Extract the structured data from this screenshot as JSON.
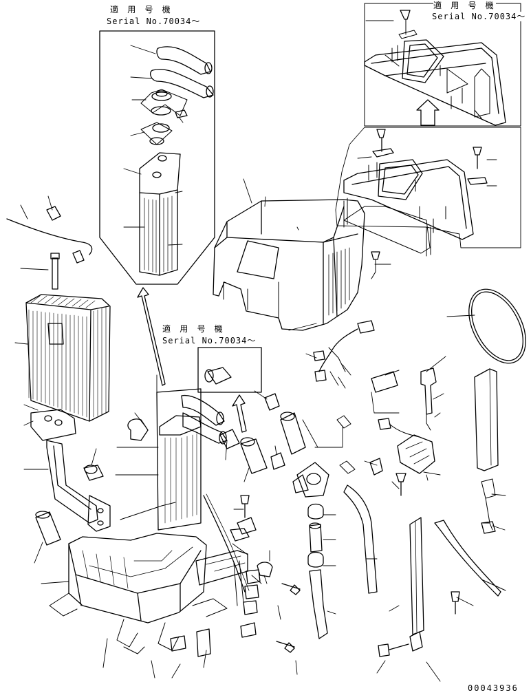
{
  "callouts": [
    {
      "heading": "適 用 号 機",
      "serial": "Serial No.70034〜"
    },
    {
      "heading": "適 用 号 機",
      "serial": "Serial No.70034〜"
    },
    {
      "heading": "適 用 号 機",
      "serial": "Serial No.70034〜"
    }
  ],
  "drawing_number": "00043936",
  "colors": {
    "line": "#000000",
    "background": "#ffffff"
  }
}
